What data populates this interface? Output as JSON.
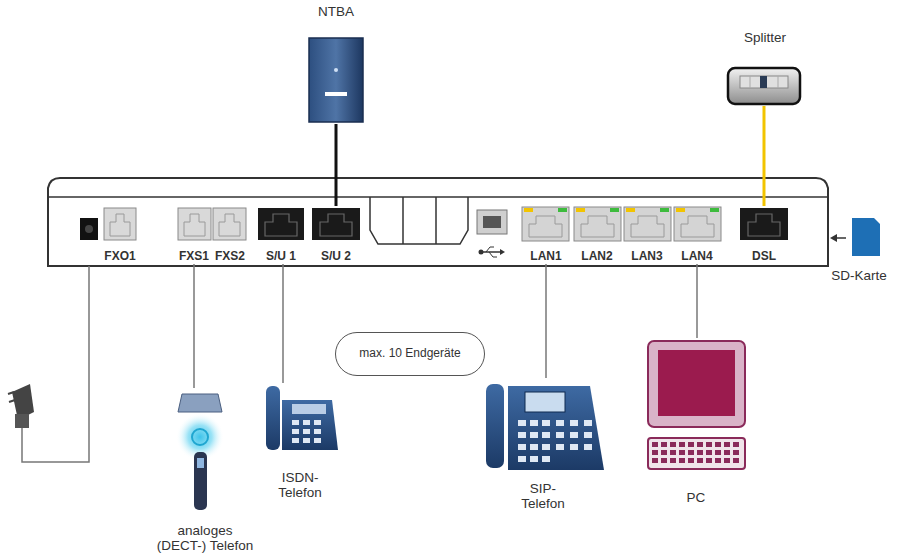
{
  "diagram": {
    "nodes": [
      {
        "text": [
          "NTBA"
        ]
      },
      {
        "text": [
          "Splitter"
        ]
      },
      {
        "text": [
          "FXO1"
        ]
      },
      {
        "text": [
          "FXS1"
        ]
      },
      {
        "text": [
          "FXS2"
        ]
      },
      {
        "text": [
          "S/U 1"
        ]
      },
      {
        "text": [
          "S/U 2"
        ]
      },
      {
        "text": [
          "LAN1"
        ]
      },
      {
        "text": [
          "LAN2"
        ]
      },
      {
        "text": [
          "LAN3"
        ]
      },
      {
        "text": [
          "LAN4"
        ]
      },
      {
        "text": [
          "DSL"
        ]
      },
      {
        "text": [
          "SD-Karte"
        ]
      },
      {
        "text": [
          "max. 10 Endgeräte"
        ]
      },
      {
        "text": [
          "analoges (DECT-) Telefon"
        ]
      },
      {
        "text": [
          "ISDN-Telefon"
        ]
      },
      {
        "text": [
          "SIP-Telefon"
        ]
      },
      {
        "text": [
          "PC"
        ]
      }
    ],
    "edges": [
      {
        "from": 0,
        "to": 6,
        "arrow": "none"
      },
      {
        "from": 1,
        "to": 11,
        "arrow": "none"
      },
      {
        "from": 3,
        "to": 14,
        "arrow": "none"
      },
      {
        "from": 5,
        "to": 15,
        "arrow": "none"
      },
      {
        "from": 7,
        "to": 16,
        "arrow": "none"
      },
      {
        "from": 10,
        "to": 17,
        "arrow": "none"
      }
    ]
  }
}
